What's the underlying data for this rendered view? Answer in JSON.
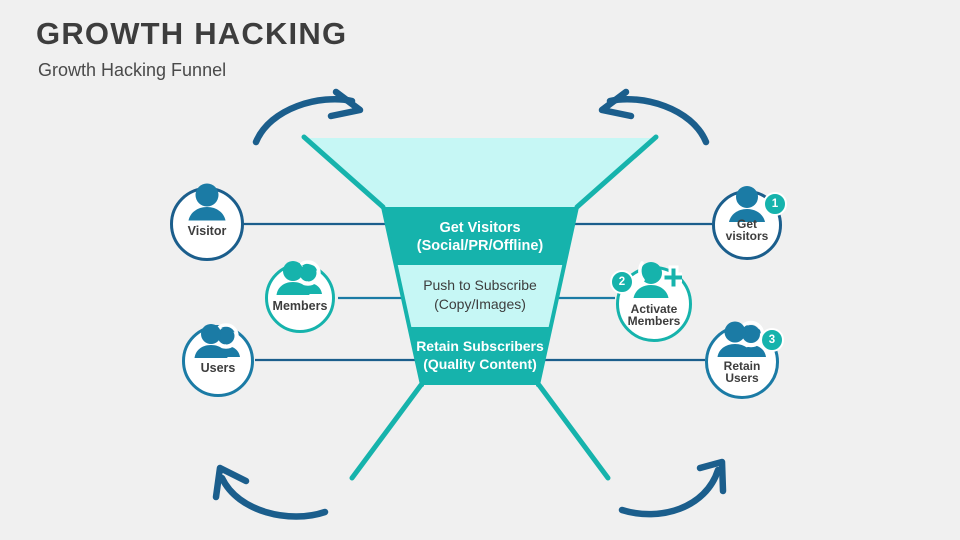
{
  "header": {
    "title": "GROWTH HACKING",
    "subtitle": "Growth Hacking Funnel"
  },
  "colors": {
    "background": "#f0f0f0",
    "teal": "#16b3ac",
    "teal_light": "#c6f7f5",
    "blue_dark": "#1b5e8c",
    "blue_mid": "#1b7ba5",
    "text_dark": "#3d3d3d",
    "white": "#ffffff"
  },
  "funnel": {
    "top_section": {
      "label": "",
      "fill": "#c6f7f5"
    },
    "stages": [
      {
        "line1": "Get Visitors",
        "line2": "(Social/PR/Offline)",
        "fill": "#16b3ac",
        "text_color": "#ffffff"
      },
      {
        "line1": "Push to Subscribe",
        "line2": "(Copy/Images)",
        "fill": "#c6f7f5",
        "text_color": "#3d3d3d"
      },
      {
        "line1": "Retain Subscribers",
        "line2": "(Quality Content)",
        "fill": "#16b3ac",
        "text_color": "#ffffff"
      }
    ]
  },
  "left_nodes": [
    {
      "label": "Visitor",
      "icon": "single-person-icon",
      "ring": "#1b5e8c",
      "glyph_color": "#1b7ba5"
    },
    {
      "label": "Members",
      "icon": "two-people-icon",
      "ring": "#16b3ac",
      "glyph_color": "#16b3ac"
    },
    {
      "label": "Users",
      "icon": "two-people-icon",
      "ring": "#1b7ba5",
      "glyph_color": "#1b7ba5"
    }
  ],
  "right_nodes": [
    {
      "label_line1": "Get visitors",
      "label_line2": "",
      "badge": "1",
      "badge_side": "right",
      "icon": "single-person-icon",
      "ring": "#1b5e8c",
      "glyph_color": "#1b7ba5",
      "badge_fill": "#16b3ac"
    },
    {
      "label_line1": "Activate",
      "label_line2": "Members",
      "badge": "2",
      "badge_side": "left",
      "icon": "person-plus-icon",
      "ring": "#16b3ac",
      "glyph_color": "#16b3ac",
      "badge_fill": "#16b3ac"
    },
    {
      "label_line1": "Retain",
      "label_line2": "Users",
      "badge": "3",
      "badge_side": "right",
      "icon": "two-people-icon",
      "ring": "#1b7ba5",
      "glyph_color": "#1b7ba5",
      "badge_fill": "#16b3ac"
    }
  ],
  "arrows": [
    {
      "name": "top-left-arrow",
      "direction": "right",
      "color": "#1b5e8c"
    },
    {
      "name": "top-right-arrow",
      "direction": "left",
      "color": "#1b5e8c"
    },
    {
      "name": "bottom-left-arrow",
      "direction": "up-left",
      "color": "#1b5e8c"
    },
    {
      "name": "bottom-right-arrow",
      "direction": "up-right",
      "color": "#1b5e8c"
    }
  ]
}
